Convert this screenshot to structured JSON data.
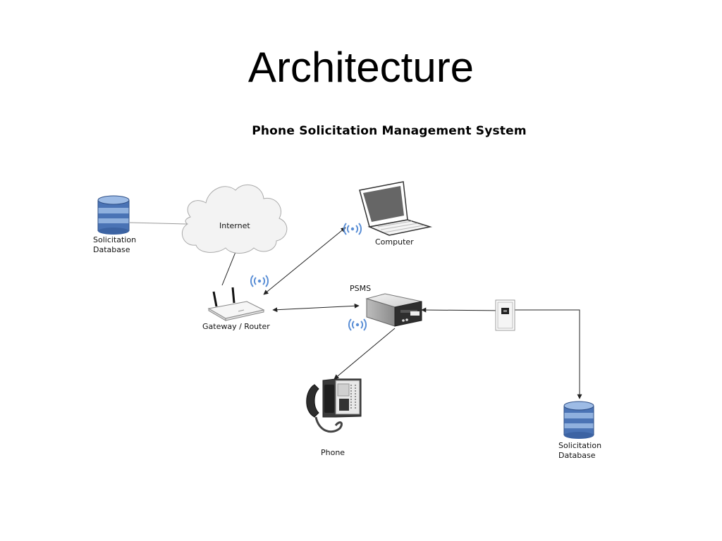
{
  "slide": {
    "title": "Architecture"
  },
  "diagram": {
    "title": "Phone Solicitation Management System",
    "labels": {
      "internet": "Internet",
      "computer": "Computer",
      "psms": "PSMS",
      "router": "Gateway / Router",
      "phone": "Phone",
      "db_left_line1": "Solicitation",
      "db_left_line2": "Database",
      "db_right_line1": "Solicitation",
      "db_right_line2": "Database"
    },
    "icons": [
      "database-icon",
      "cloud-icon",
      "laptop-icon",
      "wireless-icon",
      "router-icon",
      "server-icon",
      "phone-jack-icon",
      "desk-phone-icon"
    ],
    "colors": {
      "database_blue": "#4a73b5",
      "database_light": "#8fb0de",
      "wireless_blue": "#5b8fd6",
      "cloud_fill": "#f3f3f3",
      "line": "#222222"
    }
  }
}
